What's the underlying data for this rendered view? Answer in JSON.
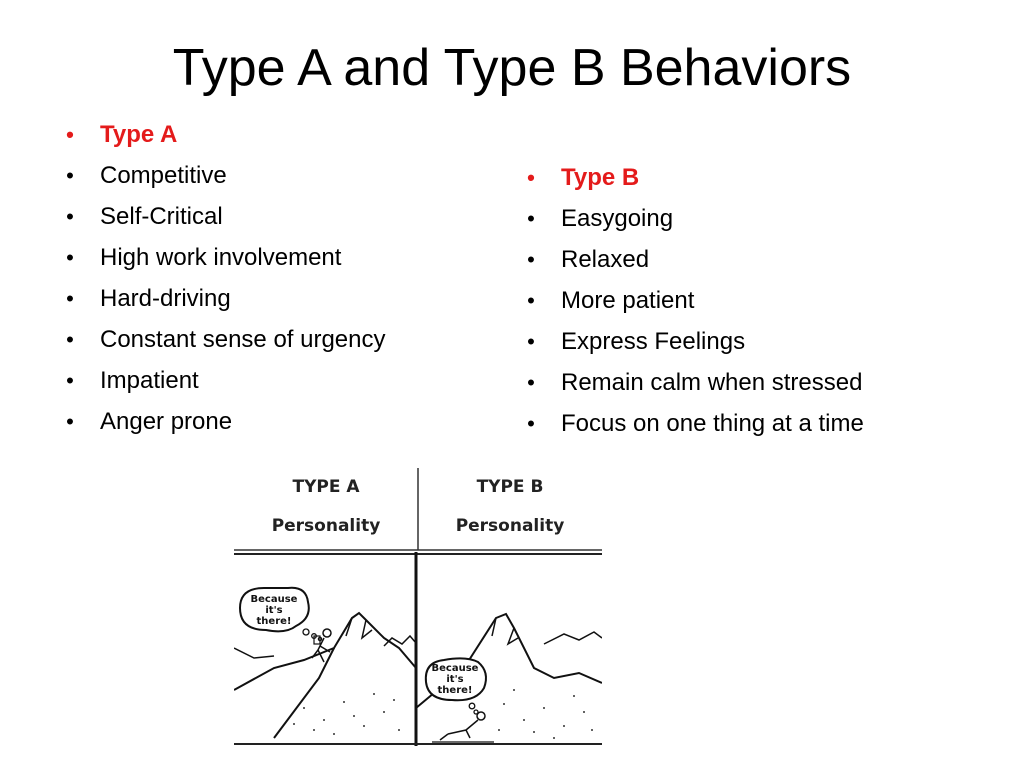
{
  "slide": {
    "title": "Type A and Type B Behaviors"
  },
  "type_a": {
    "heading": "Type A",
    "items": [
      "Competitive",
      "Self-Critical",
      "High work involvement",
      "Hard-driving",
      "Constant sense of urgency",
      "Impatient",
      "Anger prone"
    ]
  },
  "type_b": {
    "heading": "Type B",
    "items": [
      "Easygoing",
      "Relaxed",
      "More patient",
      "Express Feelings",
      "Remain calm when stressed",
      "Focus on one thing at a time"
    ]
  },
  "cartoon": {
    "left_caption_1": "TYPE A",
    "left_caption_2": "Personality",
    "right_caption_1": "TYPE B",
    "right_caption_2": "Personality",
    "left_bubble": [
      "Because",
      "it's",
      "there!"
    ],
    "right_bubble": [
      "Because",
      "it's",
      "there!"
    ]
  },
  "colors": {
    "heading_red": "#e41b1b"
  }
}
